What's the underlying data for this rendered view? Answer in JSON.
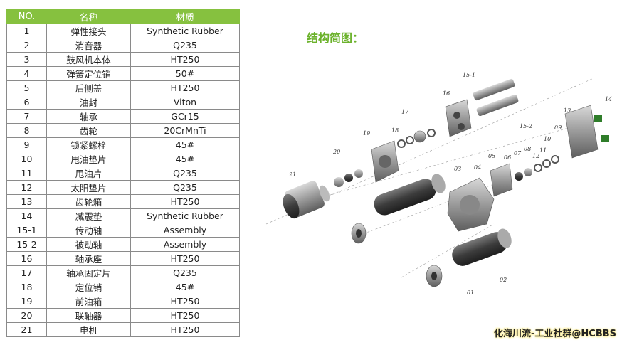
{
  "table": {
    "headers": [
      "NO.",
      "名称",
      "材质"
    ],
    "rows": [
      [
        "1",
        "弹性接头",
        "Synthetic Rubber"
      ],
      [
        "2",
        "消音器",
        "Q235"
      ],
      [
        "3",
        "鼓风机本体",
        "HT250"
      ],
      [
        "4",
        "弹簧定位销",
        "50#"
      ],
      [
        "5",
        "后侧盖",
        "HT250"
      ],
      [
        "6",
        "油封",
        "Viton"
      ],
      [
        "7",
        "轴承",
        "GCr15"
      ],
      [
        "8",
        "齿轮",
        "20CrMnTi"
      ],
      [
        "9",
        "锁紧螺栓",
        "45#"
      ],
      [
        "10",
        "甩油垫片",
        "45#"
      ],
      [
        "11",
        "甩油片",
        "Q235"
      ],
      [
        "12",
        "太阳垫片",
        "Q235"
      ],
      [
        "13",
        "齿轮箱",
        "HT250"
      ],
      [
        "14",
        "减震垫",
        "Synthetic Rubber"
      ],
      [
        "15-1",
        "传动轴",
        "Assembly"
      ],
      [
        "15-2",
        "被动轴",
        "Assembly"
      ],
      [
        "16",
        "轴承座",
        "HT250"
      ],
      [
        "17",
        "轴承固定片",
        "Q235"
      ],
      [
        "18",
        "定位销",
        "45#"
      ],
      [
        "19",
        "前油箱",
        "HT250"
      ],
      [
        "20",
        "联轴器",
        "HT250"
      ],
      [
        "21",
        "电机",
        "HT250"
      ]
    ]
  },
  "diagram": {
    "title": "结构简图：",
    "callouts": [
      "15-1",
      "15-2",
      "16",
      "14",
      "13",
      "09",
      "10",
      "11",
      "12",
      "08",
      "07",
      "06",
      "05",
      "04",
      "03",
      "02",
      "01",
      "17",
      "18",
      "19",
      "20",
      "21"
    ]
  },
  "watermark": "化海川流-工业社群@HCBBS",
  "colors": {
    "header_bg": "#86c13f",
    "title": "#6cb22c",
    "grid": "#8a8a8a"
  }
}
